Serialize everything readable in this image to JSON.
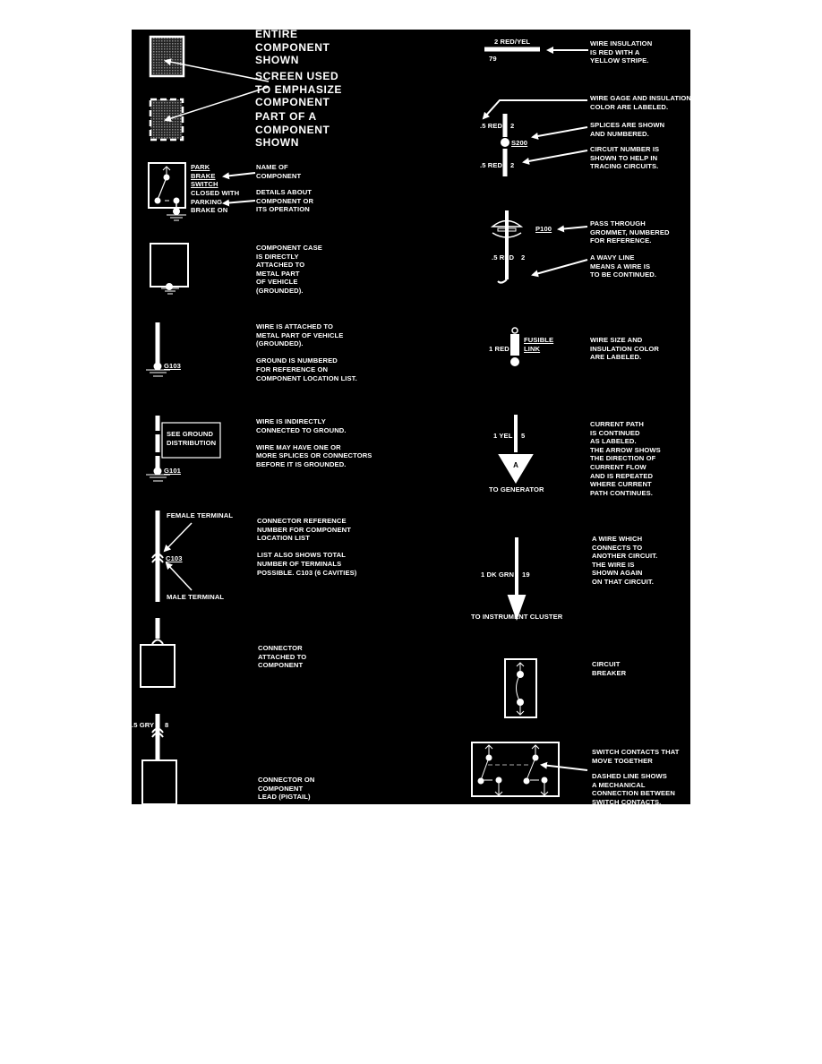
{
  "colors": {
    "background": "#000000",
    "ink": "#ffffff",
    "screen": "#555555",
    "page": "#ffffff"
  },
  "left": {
    "entire_component": "ENTIRE\nCOMPONENT\nSHOWN",
    "screen_used": "SCREEN USED\nTO EMPHASIZE\nCOMPONENT",
    "part_component": "PART OF A\nCOMPONENT\nSHOWN",
    "switch_name": "PARK\nBRAKE\nSWITCH",
    "switch_details": "CLOSED WITH\nPARKING\nBRAKE ON",
    "name_of_component": "NAME OF\nCOMPONENT",
    "details_about": "DETAILS ABOUT\nCOMPONENT OR\nITS OPERATION",
    "component_case": "COMPONENT CASE\nIS DIRECTLY\nATTACHED TO\nMETAL PART\nOF VEHICLE\n(GROUNDED).",
    "ground_g103_label": "G103",
    "wire_attached": "WIRE IS ATTACHED TO\nMETAL PART OF VEHICLE\n(GROUNDED).\n\nGROUND IS NUMBERED\nFOR REFERENCE ON\nCOMPONENT LOCATION LIST.",
    "see_ground": "SEE GROUND\nDISTRIBUTION",
    "ground_g101_label": "G101",
    "wire_indirect": "WIRE IS INDIRECTLY\nCONNECTED TO GROUND.\n\nWIRE MAY HAVE ONE OR\nMORE SPLICES OR CONNECTORS\nBEFORE IT IS GROUNDED.",
    "female_terminal": "FEMALE TERMINAL",
    "male_terminal": "MALE TERMINAL",
    "connector_c103": "C103",
    "connector_ref": "CONNECTOR REFERENCE\nNUMBER FOR COMPONENT\nLOCATION LIST\n\nLIST ALSO SHOWS TOTAL\nNUMBER OF TERMINALS\nPOSSIBLE.  C103 (6 CAVITIES)",
    "connector_attached": "CONNECTOR\nATTACHED TO\nCOMPONENT",
    "pigtail_wire": ".5 GRY",
    "pigtail_circuit": "8",
    "connector_pigtail": "CONNECTOR ON\nCOMPONENT\nLEAD (PIGTAIL)"
  },
  "right": {
    "wire_color": "2 RED/YEL",
    "wire_circuit": "79",
    "wire_insulation": "WIRE INSULATION\nIS RED WITH A\nYELLOW STRIPE.",
    "wire_gage": "WIRE GAGE AND INSULATION\nCOLOR ARE LABELED.",
    "splice_wire_top": ".5 RED",
    "splice_circuit_top": "2",
    "splice_label": "S200",
    "splice_wire_bottom": ".5 RED",
    "splice_circuit_bottom": "2",
    "splices_shown": "SPLICES ARE SHOWN\nAND NUMBERED.",
    "circuit_number": "CIRCUIT NUMBER IS\nSHOWN TO HELP IN\nTRACING CIRCUITS.",
    "grommet_label": "P100",
    "grommet_wire": ".5 RED",
    "grommet_circuit": "2",
    "pass_through": "PASS THROUGH\nGROMMET, NUMBERED\nFOR REFERENCE.",
    "wavy_line": "A WAVY LINE\nMEANS A WIRE IS\nTO BE CONTINUED.",
    "fusible_wire": "1 RED",
    "fusible_label": "FUSIBLE\nLINK",
    "fusible_desc": "WIRE SIZE AND\nINSULATION COLOR\nARE LABELED.",
    "gen_wire": "1 YEL",
    "gen_circuit": "5",
    "gen_flag": "A",
    "gen_dest": "TO GENERATOR",
    "current_path": "CURRENT PATH\nIS CONTINUED\nAS LABELED.\nTHE ARROW SHOWS\nTHE DIRECTION OF\nCURRENT FLOW\nAND IS REPEATED\nWHERE CURRENT\nPATH CONTINUES.",
    "cluster_wire": "1 DK GRN",
    "cluster_circuit": "19",
    "cluster_dest": "TO INSTRUMENT CLUSTER",
    "wire_connects": "A WIRE WHICH\nCONNECTS TO\nANOTHER CIRCUIT.\nTHE WIRE IS\nSHOWN AGAIN\nON THAT CIRCUIT.",
    "circuit_breaker": "CIRCUIT\nBREAKER",
    "switch_contacts": "SWITCH CONTACTS THAT\nMOVE TOGETHER",
    "dashed_line": "DASHED LINE SHOWS\nA MECHANICAL\nCONNECTION BETWEEN\nSWITCH CONTACTS."
  }
}
